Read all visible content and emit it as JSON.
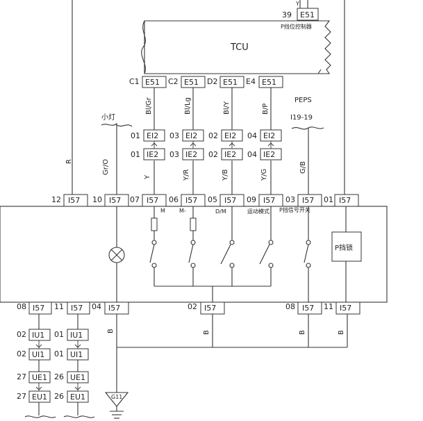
{
  "module_tcu": {
    "label": "TCU",
    "top_pin": "39",
    "top_conn": "E51",
    "top_note": "P挡位控制器",
    "pins": [
      {
        "num": "C1",
        "conn": "E51"
      },
      {
        "num": "C2",
        "conn": "E51"
      },
      {
        "num": "D2",
        "conn": "E51"
      },
      {
        "num": "E4",
        "conn": "E51"
      }
    ]
  },
  "peps": {
    "label": "PEPS",
    "sub": "I19-19"
  },
  "small_light": "小灯",
  "inline_conns": [
    {
      "pin_top": "01",
      "conn_top": "EI2",
      "pin_bot": "01",
      "conn_bot": "IE2"
    },
    {
      "pin_top": "03",
      "conn_top": "EI2",
      "pin_bot": "03",
      "conn_bot": "IE2"
    },
    {
      "pin_top": "02",
      "conn_top": "EI2",
      "pin_bot": "02",
      "conn_bot": "IE2"
    },
    {
      "pin_top": "04",
      "conn_top": "EI2",
      "pin_bot": "04",
      "conn_bot": "IE2"
    }
  ],
  "wires_upper": [
    "Bl/Gr",
    "Bl/Lg",
    "Bl/Y",
    "B/P"
  ],
  "wires_lower": [
    "R",
    "Gr/O",
    "Y",
    "Y/R",
    "Y/B",
    "Y/G",
    "G/B"
  ],
  "module_top_pins": [
    {
      "num": "12",
      "conn": "I57"
    },
    {
      "num": "10",
      "conn": "I57"
    },
    {
      "num": "07",
      "conn": "I57"
    },
    {
      "num": "06",
      "conn": "I57"
    },
    {
      "num": "05",
      "conn": "I57"
    },
    {
      "num": "09",
      "conn": "I57"
    },
    {
      "num": "03",
      "conn": "I57"
    },
    {
      "num": "01",
      "conn": "I57"
    }
  ],
  "switch_labels": [
    "M",
    "M-",
    "D/M",
    "运动模式",
    "P挡信号开关"
  ],
  "p_lock": "P挡锁",
  "module_bottom_pins": [
    {
      "num": "08",
      "conn": "I57"
    },
    {
      "num": "11",
      "conn": "I57"
    },
    {
      "num": "04",
      "conn": "I57"
    },
    {
      "num": "02",
      "conn": "I57"
    },
    {
      "num": "08",
      "conn": "I57"
    },
    {
      "num": "11",
      "conn": "I57"
    }
  ],
  "ground_wire": "B",
  "ground_label": "G11",
  "chain_left": [
    {
      "pin": "02",
      "conn": "IU1"
    },
    {
      "pin": "02",
      "conn": "UI1"
    },
    {
      "pin": "27",
      "conn": "UE1"
    },
    {
      "pin": "27",
      "conn": "EU1"
    }
  ],
  "chain_right": [
    {
      "pin": "01",
      "conn": "IU1"
    },
    {
      "pin": "01",
      "conn": "UI1"
    },
    {
      "pin": "26",
      "conn": "UE1"
    },
    {
      "pin": "26",
      "conn": "EU1"
    }
  ],
  "colors": {
    "line": "#333333",
    "background": "#ffffff"
  }
}
